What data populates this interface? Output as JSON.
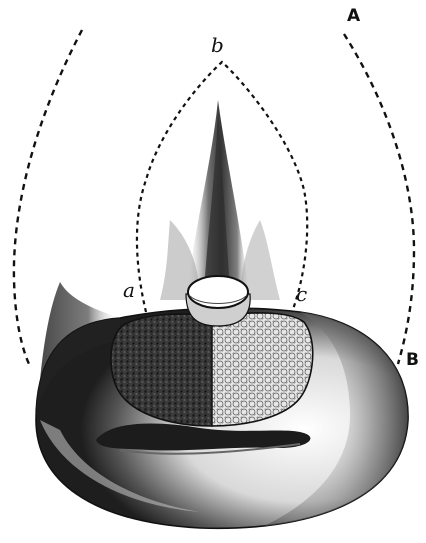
{
  "figure": {
    "labels": {
      "A": "A",
      "B": "B",
      "a": "a",
      "b": "b",
      "c": "c"
    },
    "colors": {
      "ink": "#111111",
      "paper": "#ffffff",
      "shadow_dark": "#2a2a2a",
      "shadow_mid": "#8a8a8a",
      "tissue_light": "#dcdcdc"
    }
  }
}
